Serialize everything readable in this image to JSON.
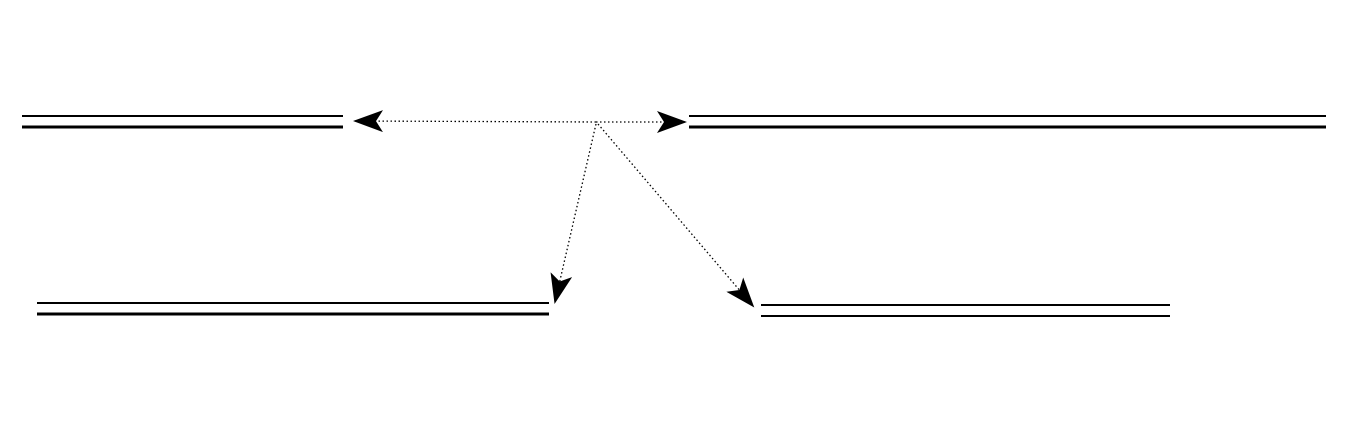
{
  "diagram": {
    "background": "#ffffff",
    "line_color": "#000000",
    "segments": [
      {
        "id": "top-left"
      },
      {
        "id": "top-right"
      },
      {
        "id": "bottom-left"
      },
      {
        "id": "bottom-right"
      }
    ],
    "arrows": [
      {
        "id": "to-top-left",
        "style": "dotted"
      },
      {
        "id": "to-top-right",
        "style": "dotted"
      },
      {
        "id": "to-bottom-left",
        "style": "dotted"
      },
      {
        "id": "to-bottom-right",
        "style": "dotted"
      }
    ]
  }
}
